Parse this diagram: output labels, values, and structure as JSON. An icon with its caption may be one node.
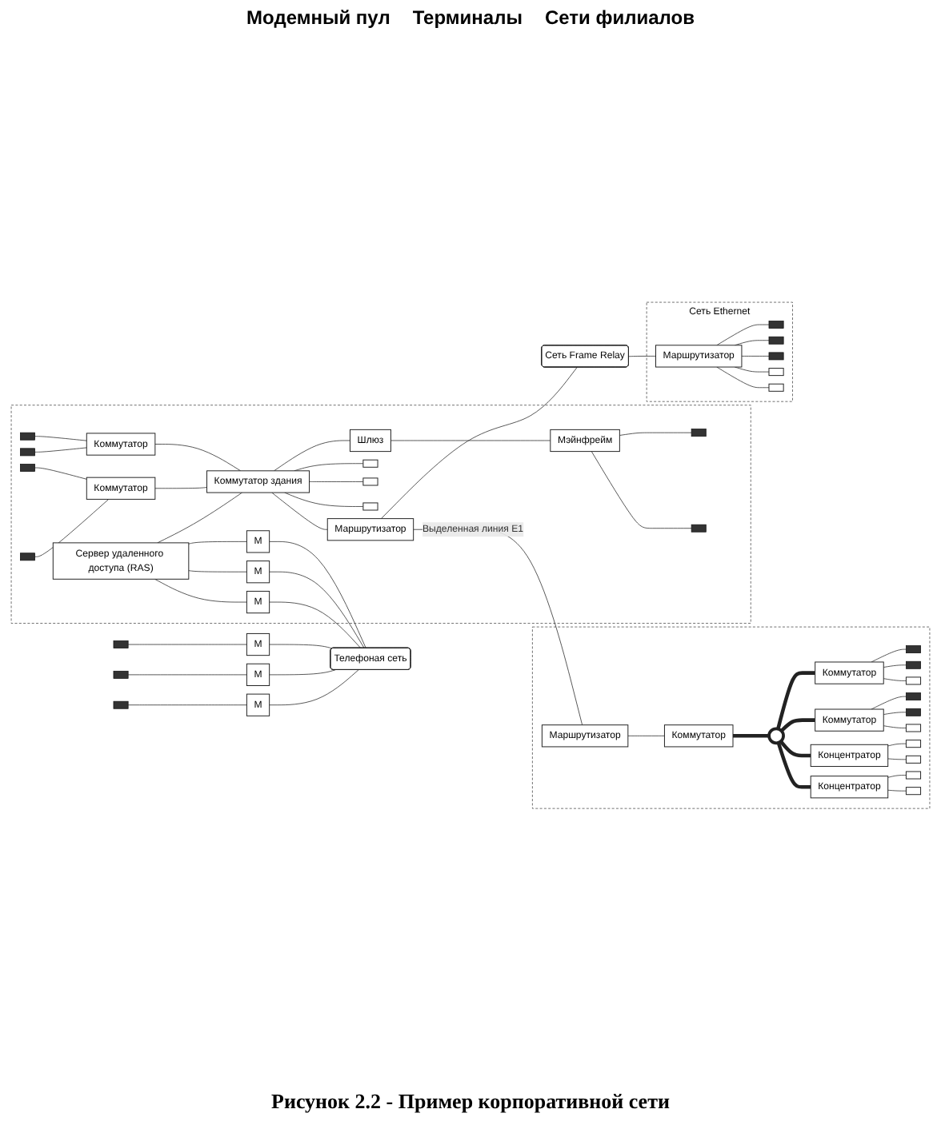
{
  "diagram": {
    "caption": "Рисунок 2.2 - Пример корпоративной сети",
    "nodes": [
      {
        "text": [],
        "shape": "box"
      },
      {
        "text": [],
        "shape": "computer",
        "in": 0
      },
      {
        "text": [],
        "shape": "computer",
        "in": 0
      },
      {
        "text": [],
        "shape": "computer",
        "in": 0
      },
      {
        "text": [],
        "shape": "computer",
        "in": 0
      },
      {
        "text": [
          "Коммутатор"
        ],
        "in": 0
      },
      {
        "text": [
          "Коммутатор"
        ],
        "in": 0
      },
      {
        "text": [
          "Шлюз"
        ],
        "in": 0
      },
      {
        "text": [
          "Мэйнфрейм"
        ],
        "in": 0
      },
      {
        "text": [
          "Коммутатор здания"
        ],
        "in": 0
      },
      {
        "text": [],
        "shape": "server",
        "in": 0
      },
      {
        "text": [],
        "shape": "server",
        "in": 0
      },
      {
        "text": [],
        "shape": "server",
        "in": 0
      },
      {
        "text": [],
        "shape": "computer",
        "in": 0
      },
      {
        "text": [],
        "shape": "computer",
        "in": 0
      },
      {
        "text": [
          "Сервер удаленного доступа (RAS)"
        ],
        "in": 0
      },
      {
        "text": [
          "M"
        ],
        "in": 0
      },
      {
        "text": [
          "M"
        ],
        "in": 0
      },
      {
        "text": [
          "M"
        ],
        "in": 0
      },
      {
        "text": [
          "Маршрутизатор"
        ],
        "in": 0
      },
      {
        "text": [],
        "shape": "computer"
      },
      {
        "text": [
          "M"
        ]
      },
      {
        "text": [],
        "shape": "computer"
      },
      {
        "text": [
          "M"
        ]
      },
      {
        "text": [],
        "shape": "computer"
      },
      {
        "text": [
          "M"
        ]
      },
      {
        "text": [
          "Телефоная сеть"
        ]
      },
      {
        "text": [
          "Сеть Frame Relay"
        ]
      },
      {
        "text": [],
        "shape": "box"
      },
      {
        "text": [
          "Маршрутизатор"
        ],
        "in": 28
      },
      {
        "text": [
          "Коммутатор"
        ],
        "in": 28
      },
      {
        "text": [],
        "shape": "ring",
        "in": 28
      },
      {
        "text": [],
        "shape": "computer",
        "in": 28
      },
      {
        "text": [],
        "shape": "computer",
        "in": 28
      },
      {
        "text": [
          "Коммутатор"
        ],
        "in": 28
      },
      {
        "text": [],
        "shape": "server",
        "in": 28
      },
      {
        "text": [],
        "shape": "computer",
        "in": 28
      },
      {
        "text": [],
        "shape": "computer",
        "in": 28
      },
      {
        "text": [
          "Коммутатор"
        ],
        "in": 28
      },
      {
        "text": [],
        "shape": "server",
        "in": 28
      },
      {
        "text": [
          "Концентратор"
        ],
        "in": 28
      },
      {
        "text": [],
        "shape": "server",
        "in": 28
      },
      {
        "text": [],
        "shape": "server",
        "in": 28
      },
      {
        "text": [
          "Концентратор"
        ],
        "in": 28
      },
      {
        "text": [],
        "shape": "server",
        "in": 28
      },
      {
        "text": [],
        "shape": "server",
        "in": 28
      },
      {
        "text": [
          "Сеть Ethernet"
        ]
      },
      {
        "text": [
          "Маршрутизатор"
        ],
        "in": 46
      },
      {
        "text": [],
        "shape": "computer",
        "in": 46
      },
      {
        "text": [],
        "shape": "computer",
        "in": 46
      },
      {
        "text": [],
        "shape": "computer",
        "in": 46
      },
      {
        "text": [],
        "shape": "server",
        "in": 46
      },
      {
        "text": [],
        "shape": "server",
        "in": 46
      }
    ],
    "edges": [
      {
        "from": 1,
        "to": 5,
        "arrow": "none"
      },
      {
        "from": 2,
        "to": 5,
        "arrow": "none"
      },
      {
        "from": 3,
        "to": 6,
        "arrow": "none"
      },
      {
        "from": 4,
        "to": 6,
        "arrow": "none"
      },
      {
        "from": 5,
        "to": 9,
        "arrow": "none"
      },
      {
        "from": 6,
        "to": 9,
        "arrow": "none"
      },
      {
        "from": 9,
        "to": 7,
        "arrow": "none"
      },
      {
        "from": 7,
        "to": 8,
        "arrow": "none"
      },
      {
        "from": 8,
        "to": 13,
        "arrow": "none"
      },
      {
        "from": 8,
        "to": 14,
        "arrow": "none"
      },
      {
        "from": 9,
        "to": 10,
        "arrow": "none"
      },
      {
        "from": 9,
        "to": 11,
        "arrow": "none"
      },
      {
        "from": 9,
        "to": 12,
        "arrow": "none"
      },
      {
        "from": 15,
        "to": 9,
        "arrow": "none"
      },
      {
        "from": 9,
        "to": 19,
        "arrow": "none"
      },
      {
        "from": 15,
        "to": 16,
        "arrow": "none"
      },
      {
        "from": 15,
        "to": 17,
        "arrow": "none"
      },
      {
        "from": 15,
        "to": 18,
        "arrow": "none"
      },
      {
        "from": 16,
        "to": 26,
        "arrow": "none"
      },
      {
        "from": 17,
        "to": 26,
        "arrow": "none"
      },
      {
        "from": 18,
        "to": 26,
        "arrow": "none"
      },
      {
        "from": 20,
        "to": 21,
        "arrow": "none"
      },
      {
        "from": 21,
        "to": 26,
        "arrow": "none"
      },
      {
        "from": 22,
        "to": 23,
        "arrow": "none"
      },
      {
        "from": 23,
        "to": 26,
        "arrow": "none"
      },
      {
        "from": 24,
        "to": 25,
        "arrow": "none"
      },
      {
        "from": 25,
        "to": 26,
        "arrow": "none"
      },
      {
        "from": 19,
        "to": 27,
        "arrow": "none"
      },
      {
        "from": 19,
        "to": 29,
        "arrow": "none",
        "label": "Выделенная линия E1"
      },
      {
        "from": 27,
        "to": 47,
        "arrow": "none"
      },
      {
        "from": 29,
        "to": 30,
        "arrow": "none"
      },
      {
        "from": 30,
        "to": 31,
        "arrow": "none",
        "style": "thick"
      },
      {
        "from": 34,
        "to": 32,
        "arrow": "none"
      },
      {
        "from": 34,
        "to": 33,
        "arrow": "none"
      },
      {
        "from": 31,
        "to": 34,
        "arrow": "none",
        "style": "thick"
      },
      {
        "from": 34,
        "to": 35,
        "arrow": "none"
      },
      {
        "from": 38,
        "to": 36,
        "arrow": "none"
      },
      {
        "from": 38,
        "to": 37,
        "arrow": "none"
      },
      {
        "from": 31,
        "to": 38,
        "arrow": "none",
        "style": "thick"
      },
      {
        "from": 38,
        "to": 39,
        "arrow": "none"
      },
      {
        "from": 31,
        "to": 40,
        "arrow": "none",
        "style": "thick"
      },
      {
        "from": 40,
        "to": 41,
        "arrow": "none"
      },
      {
        "from": 40,
        "to": 42,
        "arrow": "none"
      },
      {
        "from": 31,
        "to": 43,
        "arrow": "none",
        "style": "thick"
      },
      {
        "from": 43,
        "to": 44,
        "arrow": "none"
      },
      {
        "from": 43,
        "to": 45,
        "arrow": "none"
      },
      {
        "from": 47,
        "to": 48,
        "arrow": "none"
      },
      {
        "from": 47,
        "to": 49,
        "arrow": "none"
      },
      {
        "from": 47,
        "to": 50,
        "arrow": "none"
      },
      {
        "from": 47,
        "to": 51,
        "arrow": "none"
      },
      {
        "from": 47,
        "to": 52,
        "arrow": "none"
      }
    ],
    "labels": [
      "Модемный пул",
      "Терминалы",
      "Сети филиалов"
    ]
  }
}
